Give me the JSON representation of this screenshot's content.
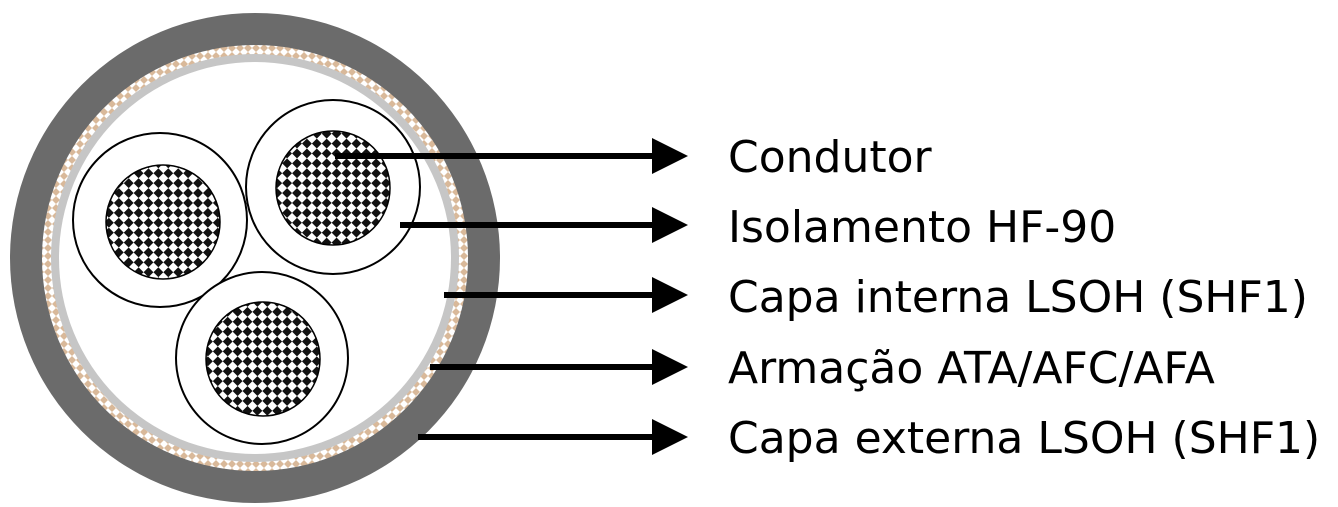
{
  "labels": {
    "condutor": "Condutor",
    "isolamento": "Isolamento HF-90",
    "capa_interna": "Capa interna LSOH (SHF1)",
    "armacao": "Armação ATA/AFC/AFA",
    "capa_externa": "Capa externa LSOH (SHF1)"
  },
  "colors": {
    "outer_sheath": "#6b6b6b",
    "armor_fill": "#d9b99a",
    "armor_mesh": "#ffffff",
    "inner_sheath_edge": "#bcbcbc",
    "conductor_dark": "#111111",
    "conductor_light": "#ffffff",
    "arrow": "#000000"
  }
}
